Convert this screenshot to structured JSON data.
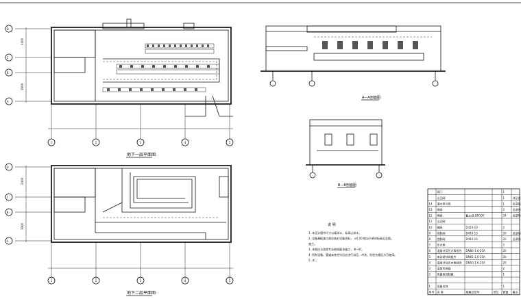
{
  "axes": {
    "rows": [
      "D",
      "C",
      "B",
      "A"
    ],
    "cols": [
      "1",
      "2",
      "3",
      "4",
      "5"
    ],
    "dims": [
      "2400",
      "3900"
    ]
  },
  "plans": {
    "upper_title": "地下一层平面图",
    "lower_title": "地下二层平面图"
  },
  "sections": {
    "aa_title": "A—A剖面图",
    "bb_title": "B—B剖面图"
  },
  "notes": {
    "title": "说 明",
    "lines": [
      "1. 本设计图中尺寸以毫米计，标高以米计。",
      "2. 设备基础施工前应核对设备资料，        ±0.00  相当于绝对标高见总图。",
      "   施工。",
      "3. 本图应与其他专业图纸配合施工，        Ⅲ—Ⅲ   。",
      "4. 所有设备、管道安装完毕后应进行试压、冲洗、检验合格后方可使用。",
      "   5. 本 。"
    ]
  },
  "table": {
    "header": [
      "序号",
      "名  称",
      "规格及型号",
      "单位",
      "数量",
      "备注"
    ],
    "rows": [
      [
        "",
        "阀门",
        "",
        "",
        "1",
        ""
      ],
      [
        "",
        "止回阀",
        "",
        "",
        "1",
        "详见设计"
      ],
      [
        "14",
        "潜水排污泵",
        "",
        "",
        "1",
        "见说明"
      ],
      [
        "13",
        "闸阀",
        "",
        "",
        "2",
        "见说明"
      ],
      [
        "12",
        "闸阀",
        "截止阀 DN100",
        "",
        "24",
        "见说明"
      ],
      [
        "11",
        "止回阀",
        "",
        "",
        "",
        ""
      ],
      [
        "10",
        "蝶阀",
        "D41X-10",
        "",
        "2",
        ""
      ],
      [
        "9",
        "控制阀",
        "D41X-10",
        "",
        "20",
        "见说明"
      ],
      [
        "8",
        "控制阀",
        "D41X-16",
        "",
        "20",
        "见说明"
      ],
      [
        "7",
        "压力表",
        "",
        "",
        "2",
        ""
      ],
      [
        "6",
        "温度计及压力表组合",
        "DN80-1.6-25A",
        "",
        "20",
        ""
      ],
      [
        "5",
        "电动调节阀组件",
        "DN65-1.6-25A",
        "",
        "20",
        ""
      ],
      [
        "4",
        "温度计及压力表组合",
        "DN50-1.6-25A",
        "",
        "20",
        ""
      ],
      [
        "3",
        "温度传感器",
        "",
        "",
        "2",
        ""
      ],
      [
        "2",
        "热量表控制器",
        "",
        "",
        "1",
        ""
      ],
      [
        "",
        "",
        "",
        "",
        "",
        ""
      ],
      [
        "1",
        "设备名称",
        "",
        "",
        "1",
        ""
      ],
      [
        "序号",
        "名  称",
        "规格及型号",
        "单位",
        "数量",
        "备注"
      ]
    ]
  }
}
